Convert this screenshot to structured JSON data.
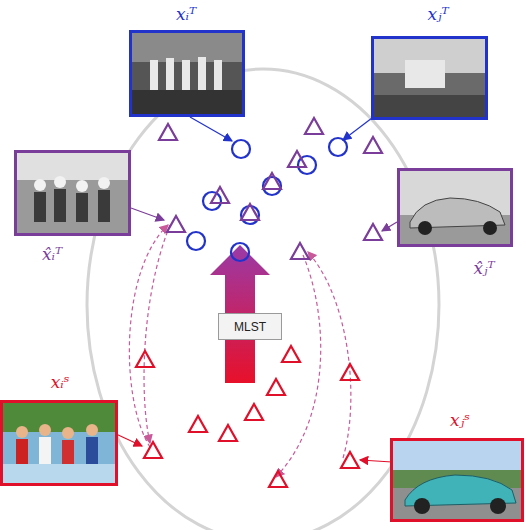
{
  "diagram": {
    "nodes": [
      {
        "text": [
          "xᵢᵀ"
        ]
      },
      {
        "text": [
          "xⱼᵀ"
        ]
      },
      {
        "text": [
          "x̂ᵢᵀ"
        ]
      },
      {
        "text": [
          "x̂ⱼᵀ"
        ]
      },
      {
        "text": [
          "MLST"
        ]
      },
      {
        "text": [
          "xᵢˢ"
        ]
      },
      {
        "text": [
          "xⱼˢ"
        ]
      }
    ]
  }
}
